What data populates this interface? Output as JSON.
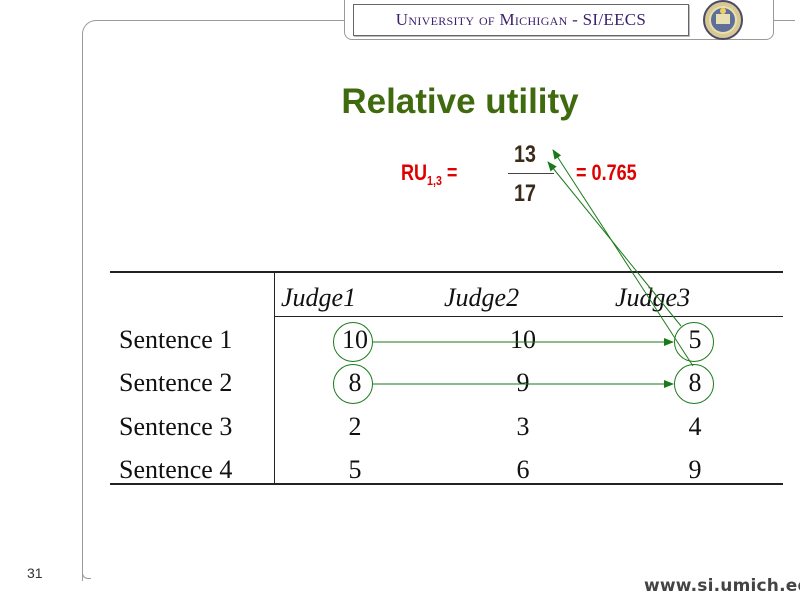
{
  "header": {
    "institution": "University of Michigan - SI/EECS"
  },
  "slide": {
    "title": "Relative utility",
    "formula": {
      "lhs": "RU",
      "lhs_sub": "1,3",
      "equals": " =",
      "numerator": "13",
      "denominator": "17",
      "result": "= 0.765"
    },
    "table": {
      "columns": [
        "Judge1",
        "Judge2",
        "Judge3"
      ],
      "rows": [
        {
          "label": "Sentence 1",
          "values": [
            "10",
            "10",
            "5"
          ]
        },
        {
          "label": "Sentence 2",
          "values": [
            "8",
            "9",
            "8"
          ]
        },
        {
          "label": "Sentence 3",
          "values": [
            "2",
            "3",
            "4"
          ]
        },
        {
          "label": "Sentence 4",
          "values": [
            "5",
            "6",
            "9"
          ]
        }
      ]
    },
    "colors": {
      "title": "#3f6b0e",
      "formula_red": "#e00000",
      "annotation_green": "#1a7a1a"
    }
  },
  "footer": {
    "page_number": "31",
    "url": "www.si.umich.edu"
  }
}
